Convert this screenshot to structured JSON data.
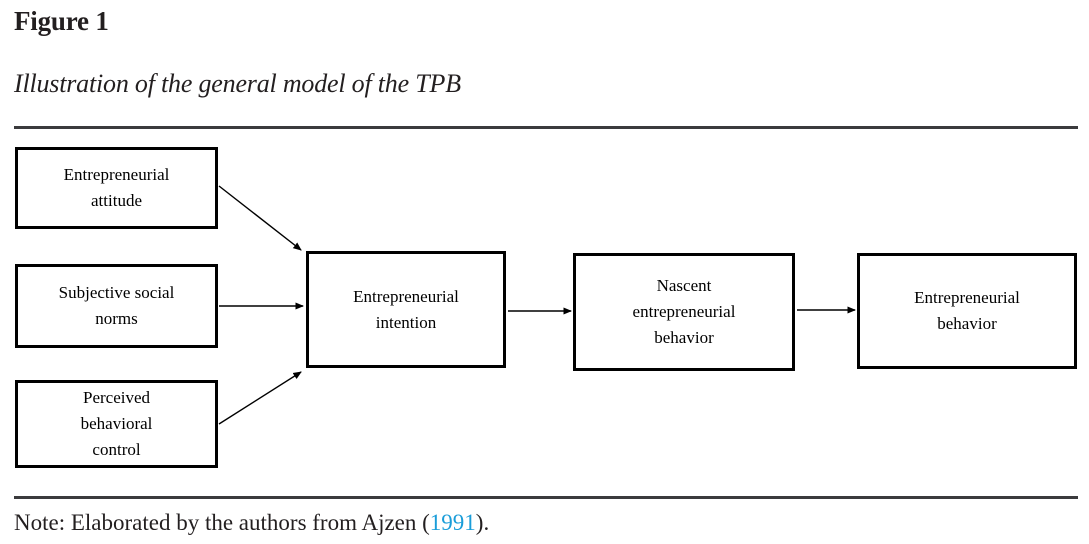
{
  "figure": {
    "label": "Figure 1",
    "caption": "Illustration of the general model of the TPB"
  },
  "note": {
    "prefix": "Note: Elaborated by the authors from Ajzen (",
    "citation": "1991",
    "suffix": ").",
    "link_color": "#1a9dd9"
  },
  "colors": {
    "text": "#231f20",
    "rule": "#3b3b3d",
    "box_border": "#000000",
    "box_fill": "#ffffff",
    "arrow": "#000000",
    "link": "#1a9dd9"
  },
  "chart_data": {
    "type": "diagram",
    "title": "Illustration of the general model of the TPB",
    "nodes": [
      {
        "id": "attitude",
        "label": "Entrepreneurial attitude",
        "lines": [
          "Entrepreneurial",
          "attitude"
        ]
      },
      {
        "id": "norms",
        "label": "Subjective social norms",
        "lines": [
          "Subjective social",
          "norms"
        ]
      },
      {
        "id": "control",
        "label": "Perceived behavioral control",
        "lines": [
          "Perceived",
          "behavioral",
          "control"
        ]
      },
      {
        "id": "intention",
        "label": "Entrepreneurial intention",
        "lines": [
          "Entrepreneurial",
          "intention"
        ]
      },
      {
        "id": "nascent",
        "label": "Nascent entrepreneurial behavior",
        "lines": [
          "Nascent",
          "entrepreneurial",
          "behavior"
        ]
      },
      {
        "id": "behavior",
        "label": "Entrepreneurial behavior",
        "lines": [
          "Entrepreneurial",
          "behavior"
        ]
      }
    ],
    "edges": [
      {
        "from": "attitude",
        "to": "intention",
        "style": "solid-arrow"
      },
      {
        "from": "norms",
        "to": "intention",
        "style": "solid-arrow"
      },
      {
        "from": "control",
        "to": "intention",
        "style": "solid-arrow"
      },
      {
        "from": "intention",
        "to": "nascent",
        "style": "solid-arrow"
      },
      {
        "from": "nascent",
        "to": "behavior",
        "style": "solid-arrow"
      }
    ]
  }
}
